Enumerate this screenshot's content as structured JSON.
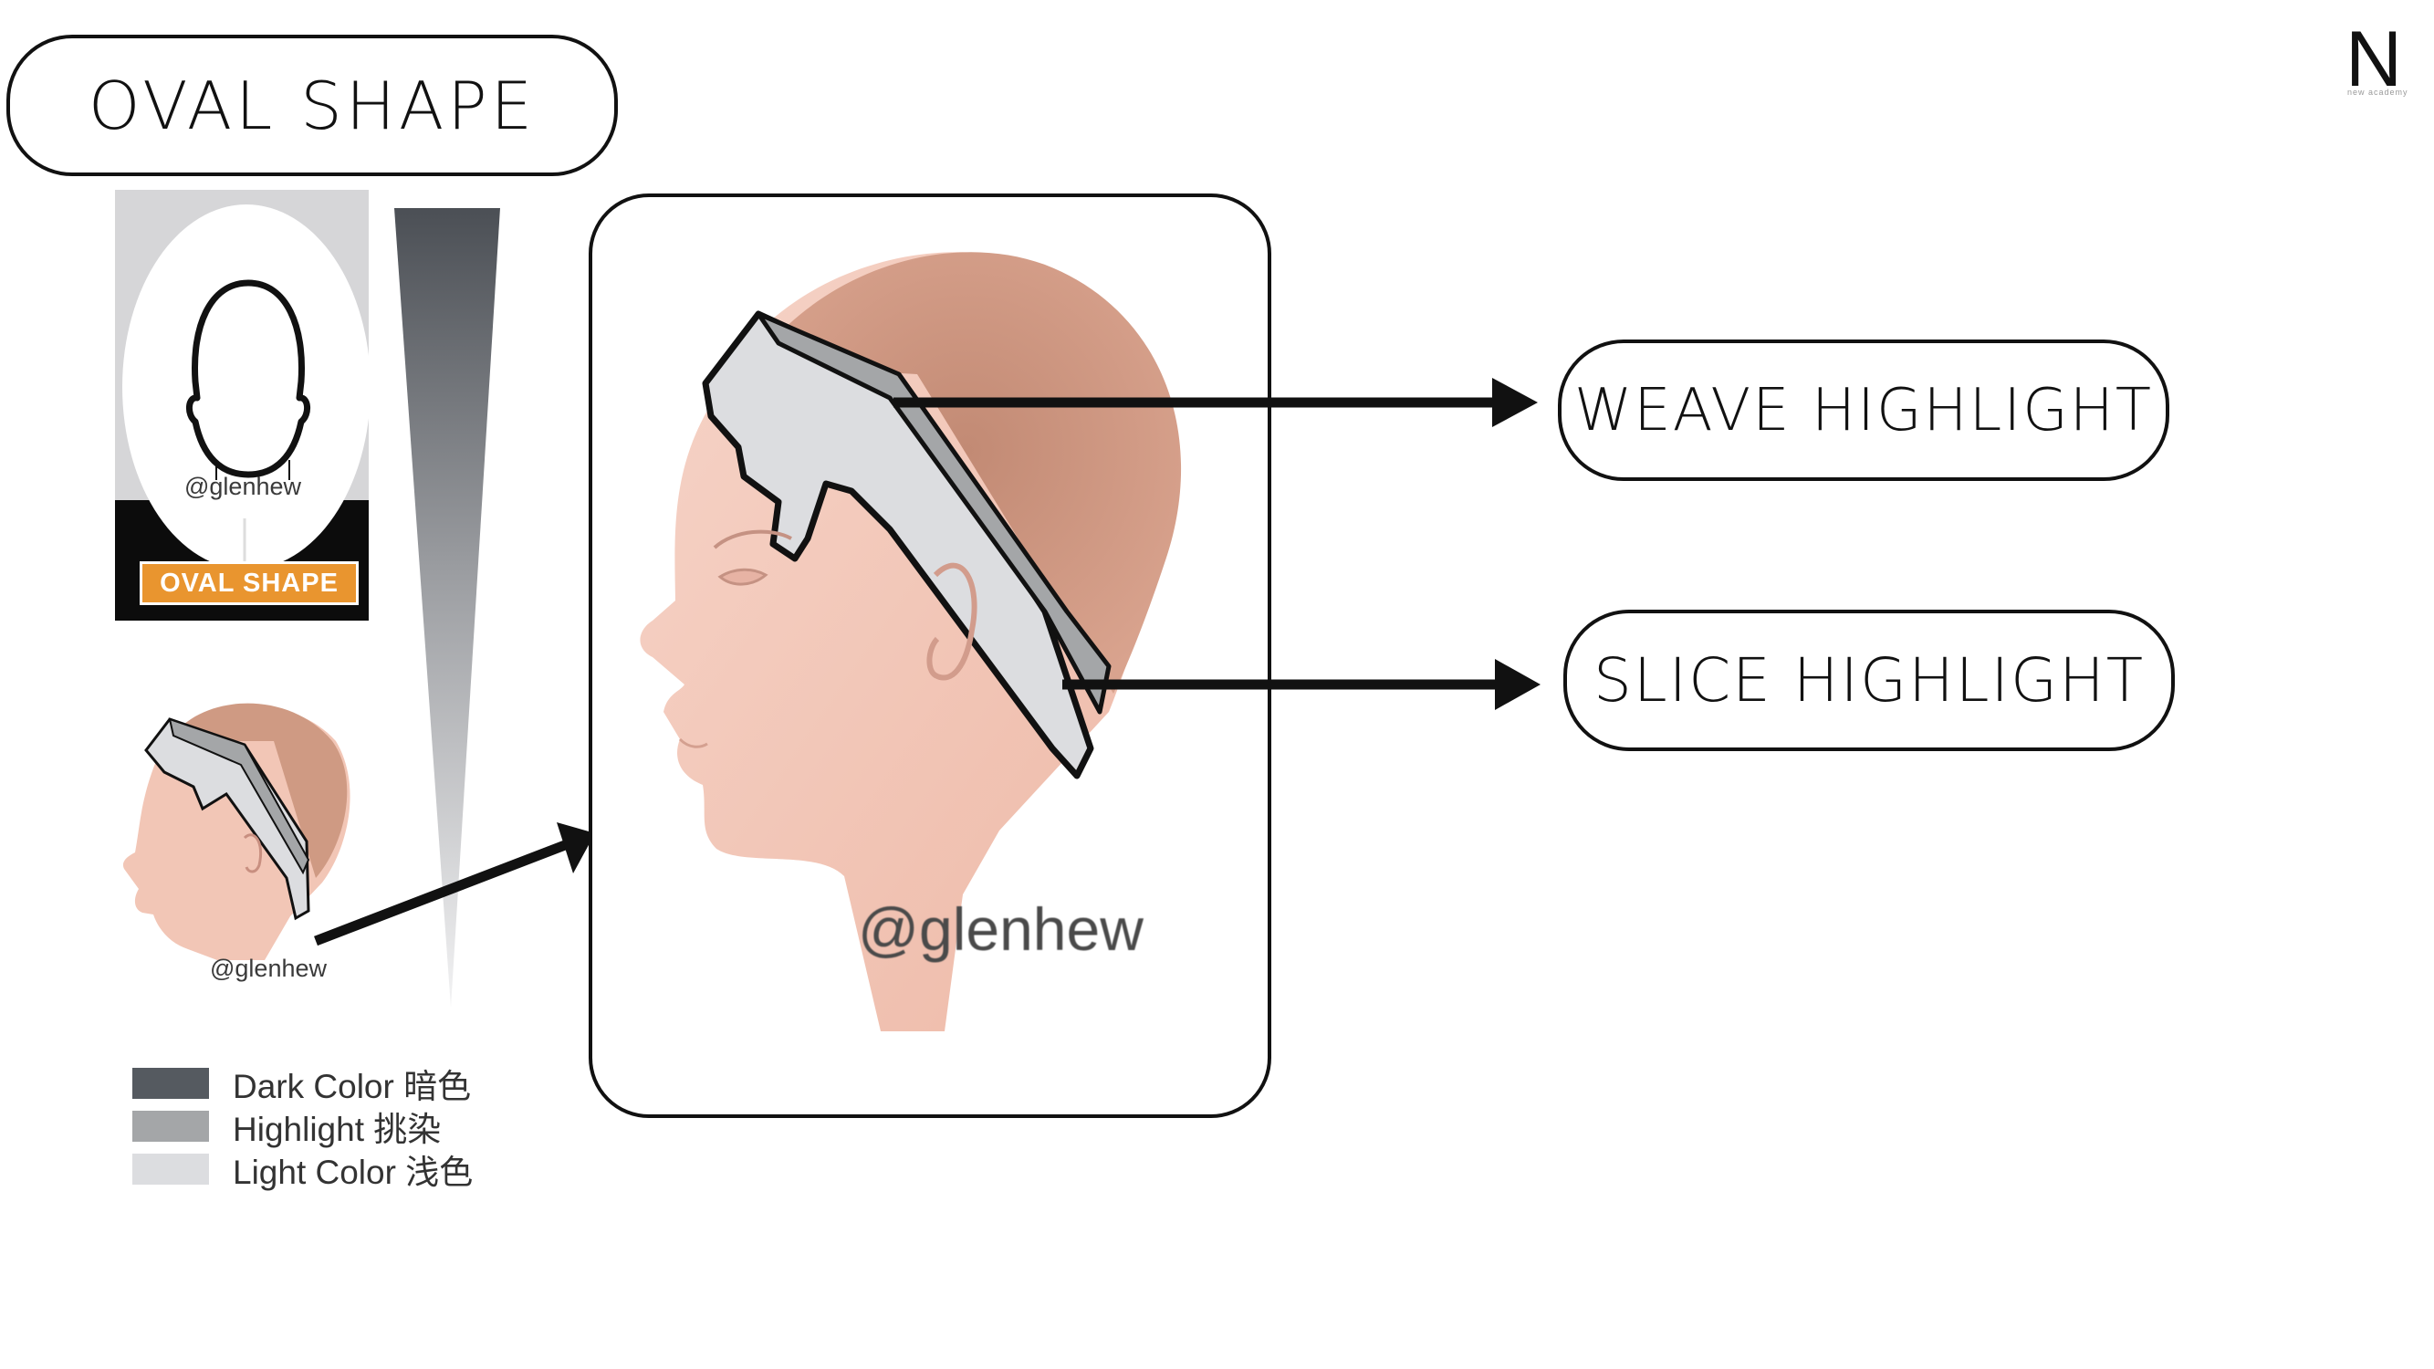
{
  "slide": {
    "title": "OVAL SHAPE",
    "logo": "N",
    "logo_sub": "new academy"
  },
  "face_card": {
    "watermark": "@glenhew",
    "label": "OVAL SHAPE",
    "label_color": "#e9952f"
  },
  "small_head": {
    "watermark": "@glenhew"
  },
  "large_head": {
    "watermark": "@glenhew"
  },
  "callouts": {
    "weave": "WEAVE HIGHLIGHT",
    "slice": "SLICE HIGHLIGHT"
  },
  "legend": [
    {
      "label": "Dark Color 暗色",
      "color": "#555a60"
    },
    {
      "label": "Highlight 挑染",
      "color": "#a4a6a8"
    },
    {
      "label": "Light Color 浅色",
      "color": "#dcdde0"
    }
  ],
  "colors": {
    "skin": "#f3c3b2",
    "scalp": "#d09c85",
    "outline": "#111111"
  }
}
